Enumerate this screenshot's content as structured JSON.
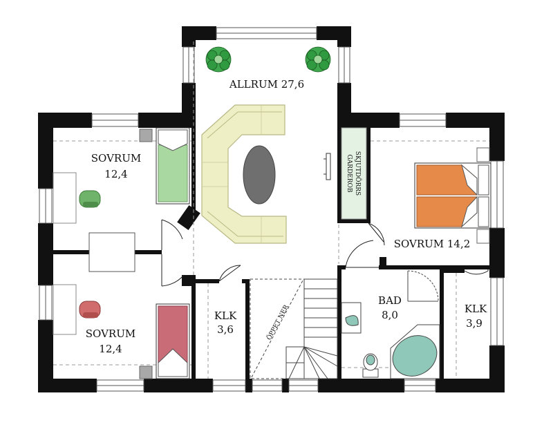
{
  "rooms": {
    "allrum": "ALLRUM 27,6",
    "sovrum_top_name": "SOVRUM",
    "sovrum_top_area": "12,4",
    "sovrum_bottom_name": "SOVRUM",
    "sovrum_bottom_area": "12,4",
    "sovrum_right": "SOVRUM 14,2",
    "klk_left_name": "KLK",
    "klk_left_area": "3,6",
    "klk_right_name": "KLK",
    "klk_right_area": "3,9",
    "bad_name": "BAD",
    "bad_area": "8,0"
  },
  "annotations": {
    "garderob_line1": "SKJUTDÖRRS",
    "garderob_line2": "GARDEROB",
    "stair_open": "ÖPPET NER"
  },
  "colors": {
    "wall": "#111111",
    "sofa": "#efefc6",
    "sofa_line": "#b8b884",
    "rug": "#6f6f6f",
    "bed_green": "#a9d8a0",
    "bed_pink": "#c96c78",
    "bed_orange": "#e68a4a",
    "chair_green": "#6fb36a",
    "chair_red": "#d16c6c",
    "bathtub": "#8fc8b8",
    "plant": "#2f9a3f",
    "wardrobe": "#e4f2e4"
  }
}
